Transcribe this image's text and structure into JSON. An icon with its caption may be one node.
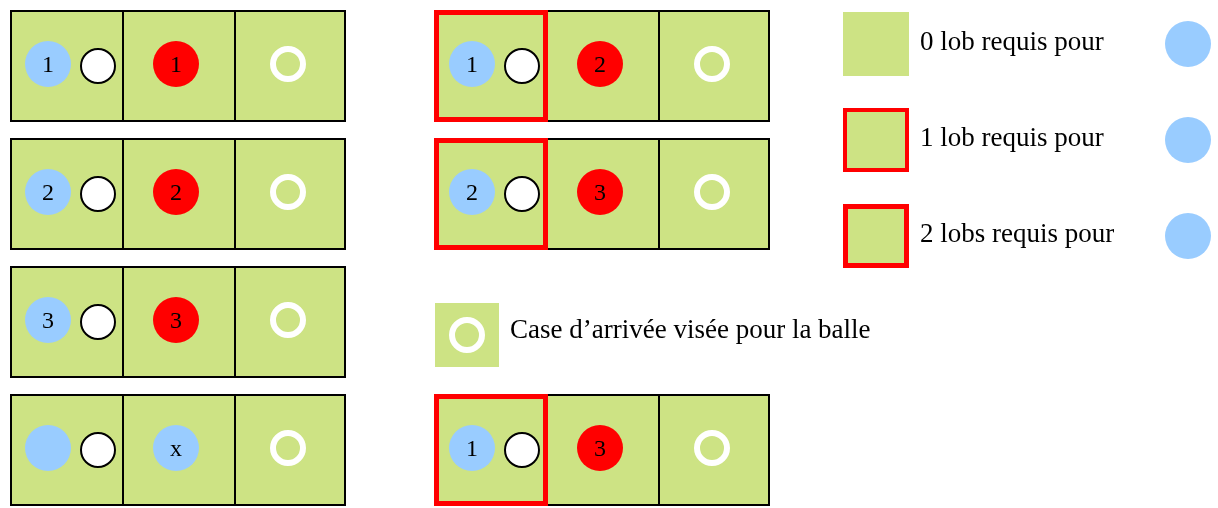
{
  "diagram": {
    "nodes": [
      {
        "text": [],
        "shape": "box"
      },
      {
        "text": [
          "1"
        ],
        "in": 0
      },
      {
        "text": [],
        "shape": "circle",
        "in": 0
      },
      {
        "text": [],
        "shape": "box"
      },
      {
        "text": [
          "1"
        ],
        "in": 3
      },
      {
        "text": [],
        "shape": "box"
      },
      {
        "text": [],
        "shape": "circle",
        "in": 5
      },
      {
        "text": [],
        "shape": "box"
      },
      {
        "text": [
          "2"
        ],
        "in": 7
      },
      {
        "text": [],
        "shape": "circle",
        "in": 7
      },
      {
        "text": [],
        "shape": "box"
      },
      {
        "text": [
          "2"
        ],
        "in": 10
      },
      {
        "text": [],
        "shape": "box"
      },
      {
        "text": [],
        "shape": "circle",
        "in": 12
      },
      {
        "text": [],
        "shape": "box"
      },
      {
        "text": [
          "3"
        ],
        "in": 14
      },
      {
        "text": [],
        "shape": "circle",
        "in": 14
      },
      {
        "text": [],
        "shape": "box"
      },
      {
        "text": [
          "3"
        ],
        "in": 17
      },
      {
        "text": [],
        "shape": "box"
      },
      {
        "text": [],
        "shape": "circle",
        "in": 19
      },
      {
        "text": [],
        "shape": "box"
      },
      {
        "text": [],
        "shape": "circle",
        "in": 21
      },
      {
        "text": [],
        "shape": "circle",
        "in": 21
      },
      {
        "text": [],
        "shape": "box"
      },
      {
        "text": [
          "x"
        ],
        "in": 24
      },
      {
        "text": [],
        "shape": "box"
      },
      {
        "text": [],
        "shape": "circle",
        "in": 26
      },
      {
        "text": [],
        "shape": "box"
      },
      {
        "text": [
          "1"
        ],
        "in": 28
      },
      {
        "text": [],
        "shape": "circle",
        "in": 28
      },
      {
        "text": [],
        "shape": "box"
      },
      {
        "text": [
          "2"
        ],
        "in": 31
      },
      {
        "text": [],
        "shape": "box"
      },
      {
        "text": [],
        "shape": "circle",
        "in": 33
      },
      {
        "text": [],
        "shape": "box"
      },
      {
        "text": [
          "2"
        ],
        "in": 35
      },
      {
        "text": [],
        "shape": "circle",
        "in": 35
      },
      {
        "text": [],
        "shape": "box"
      },
      {
        "text": [
          "3"
        ],
        "in": 38
      },
      {
        "text": [],
        "shape": "box"
      },
      {
        "text": [],
        "shape": "circle",
        "in": 40
      },
      {
        "text": [],
        "shape": "box"
      },
      {
        "text": [
          "1"
        ],
        "in": 42
      },
      {
        "text": [],
        "shape": "circle",
        "in": 42
      },
      {
        "text": [],
        "shape": "box"
      },
      {
        "text": [
          "3"
        ],
        "in": 45
      },
      {
        "text": [],
        "shape": "box"
      },
      {
        "text": [],
        "shape": "circle",
        "in": 47
      },
      {
        "text": [],
        "shape": "circle"
      },
      {
        "text": [],
        "shape": "circle"
      },
      {
        "text": [],
        "shape": "circle"
      },
      {
        "text": [],
        "shape": "circle"
      }
    ],
    "legend": [
      {
        "text": "0 lob requis pour"
      },
      {
        "text": "1 lob requis pour"
      },
      {
        "text": "2 lobs requis pour"
      },
      {
        "text": "Case d’arrivée visée pour la balle"
      }
    ]
  }
}
